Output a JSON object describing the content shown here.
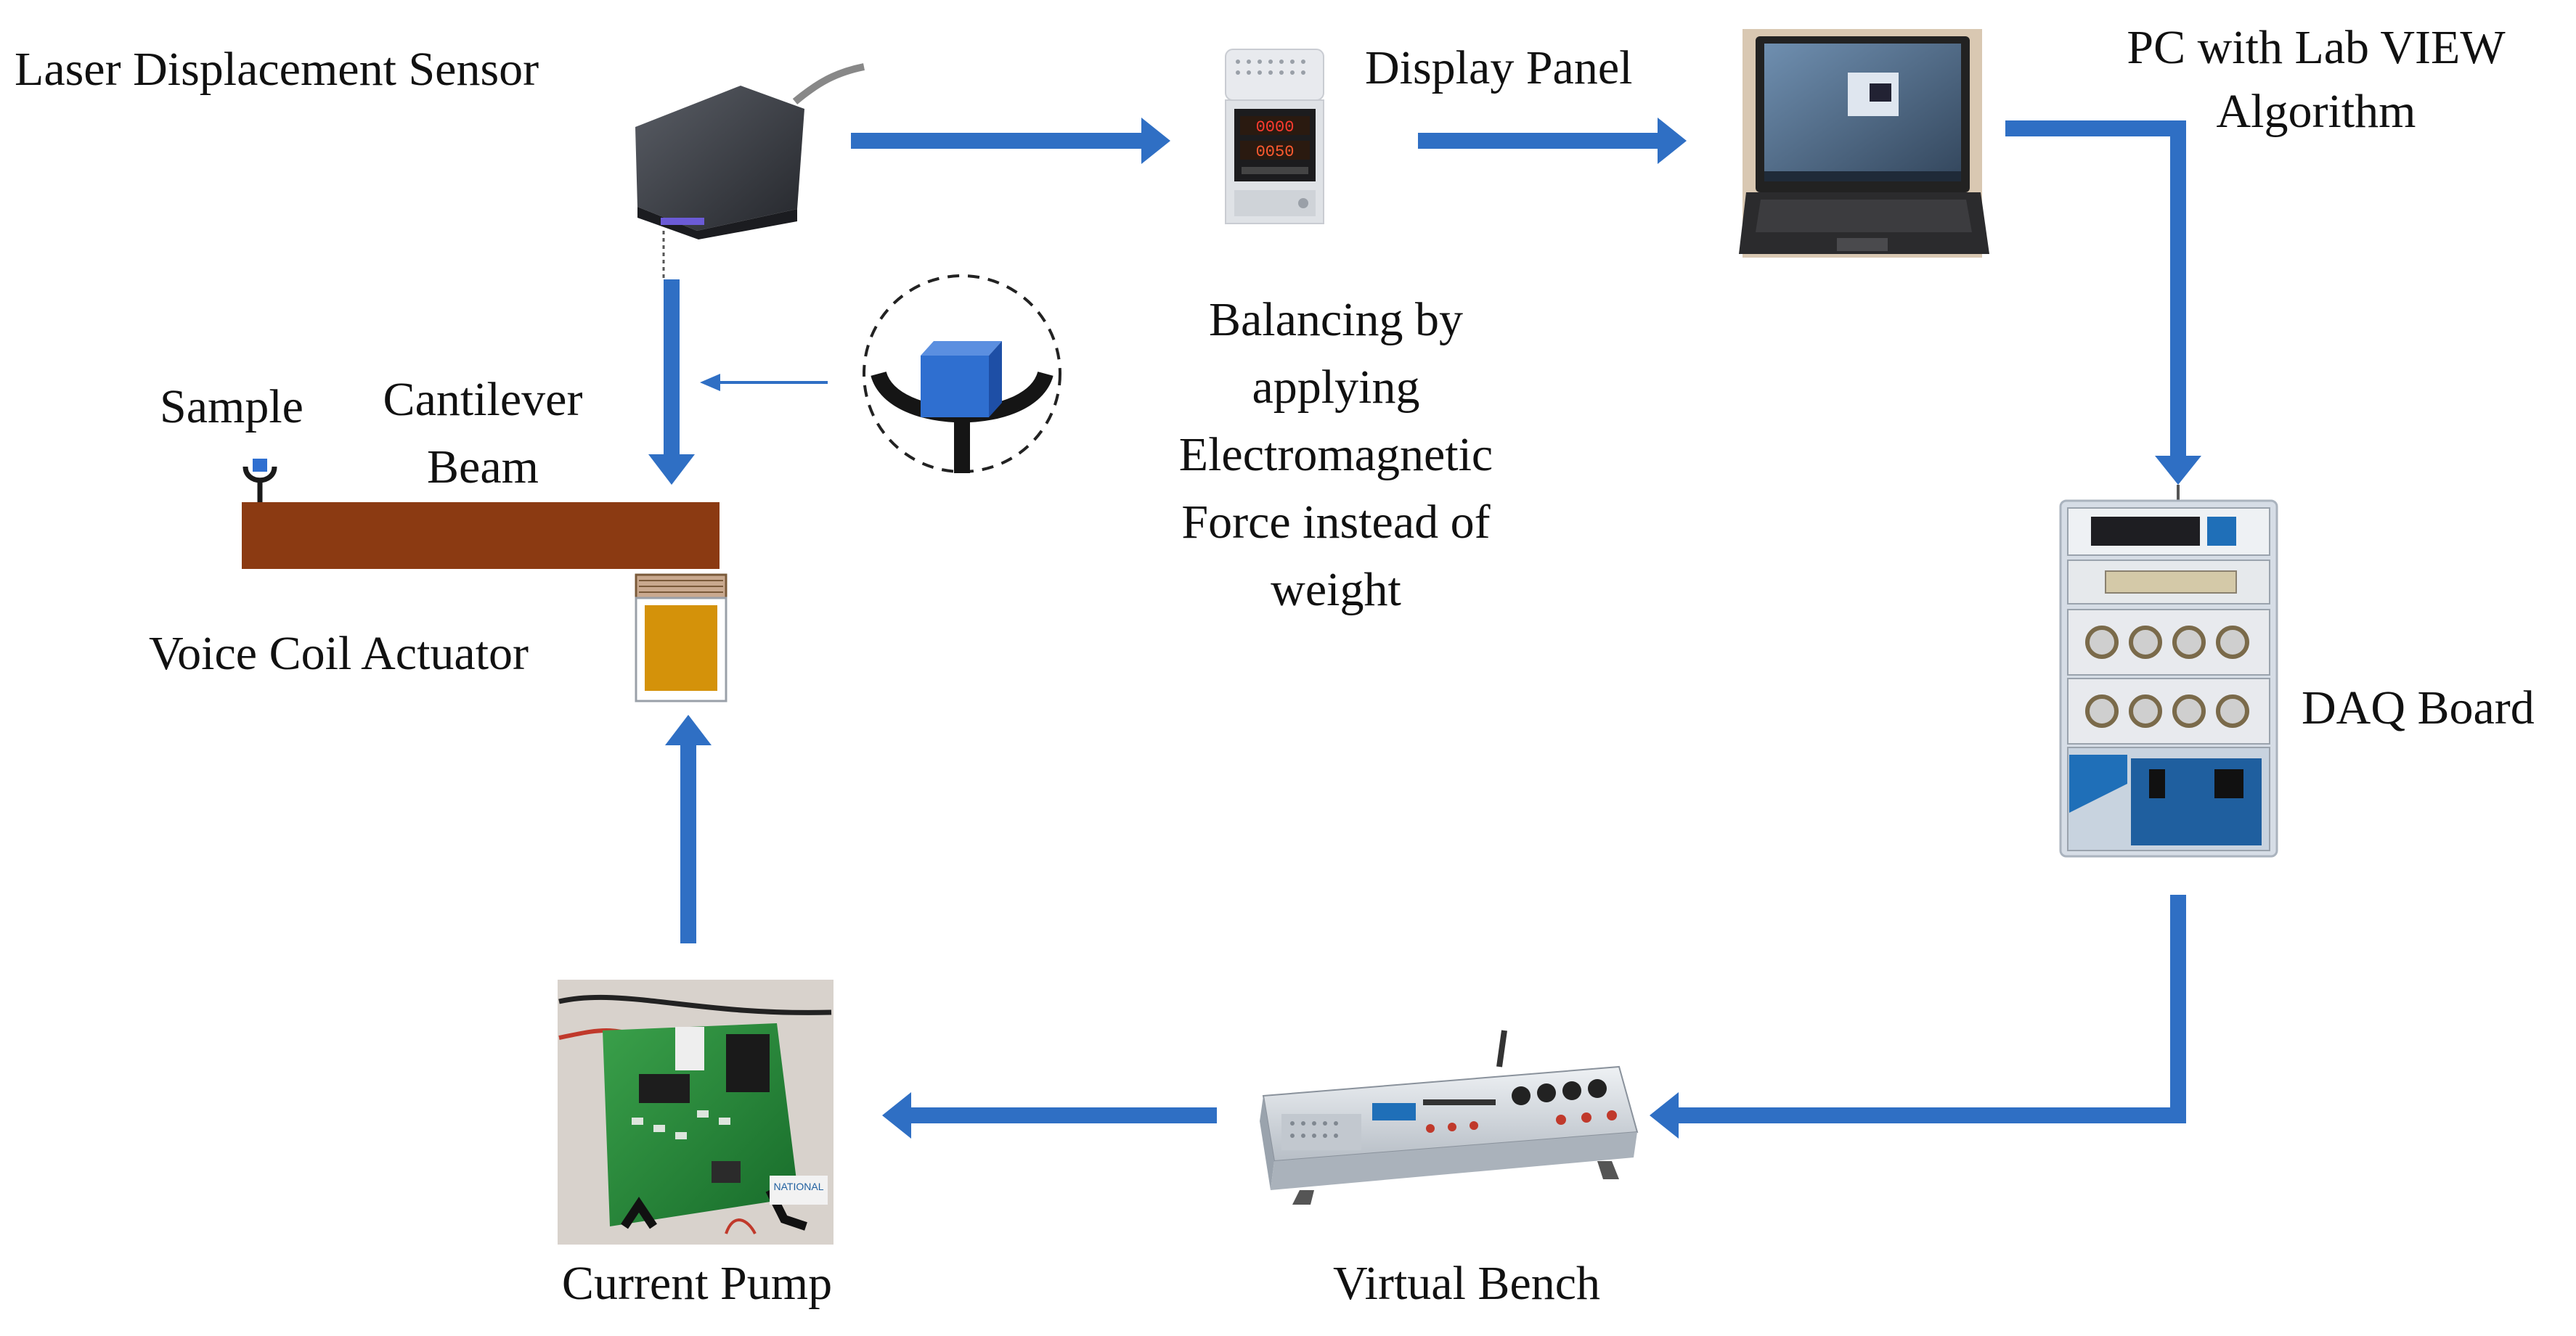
{
  "labels": {
    "laser_sensor": "Laser Displacement Sensor",
    "display_panel": "Display Panel",
    "pc_line1": "PC with Lab VIEW",
    "pc_line2": "Algorithm",
    "sample": "Sample",
    "beam_line1": "Cantilever",
    "beam_line2": "Beam",
    "voice_coil": "Voice Coil Actuator",
    "balancing": [
      "Balancing by",
      "applying",
      "Electromagnetic",
      "Force instead of",
      "weight"
    ],
    "daq_board": "DAQ Board",
    "virtual_bench": "Virtual Bench",
    "current_pump": "Current Pump"
  },
  "colors": {
    "arrow": "#2f6fc4",
    "beam": "#8b3a12",
    "coil": "#d4920a",
    "cube": "#2f6fd0",
    "sensor_body": "#3a3d44",
    "daq_body": "#cfd8e3",
    "daq_accent": "#1f6fb8"
  },
  "icons": {
    "laser_sensor": "laser-displacement-sensor-icon",
    "display_panel": "display-panel-icon",
    "pc": "laptop-icon",
    "daq": "daq-board-icon",
    "virtual_bench": "virtual-bench-icon",
    "current_pump": "circuit-board-icon",
    "balance": "balance-weight-icon"
  }
}
